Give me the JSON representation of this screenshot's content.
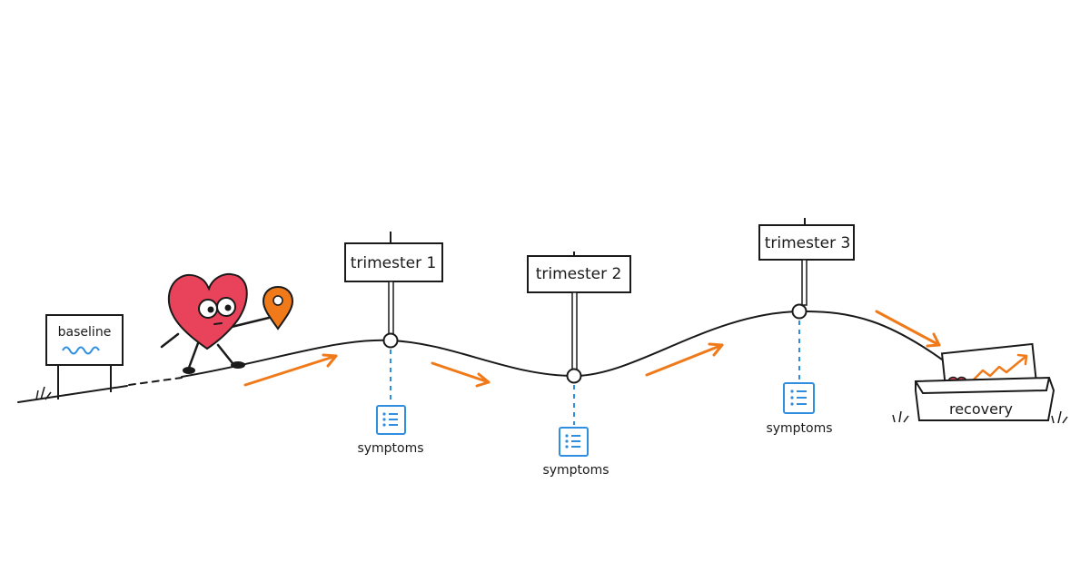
{
  "start": {
    "label": "baseline"
  },
  "milestones": [
    {
      "label": "trimester 1",
      "marker_label": "symptoms"
    },
    {
      "label": "trimester 2",
      "marker_label": "symptoms"
    },
    {
      "label": "trimester 3",
      "marker_label": "symptoms"
    }
  ],
  "end": {
    "label": "recovery"
  },
  "colors": {
    "ink": "#1a1a1a",
    "heart": "#e8435a",
    "accent": "#f07a1a",
    "blue": "#2f8ee0"
  },
  "icons": [
    "heart-character-icon",
    "location-pin-icon",
    "list-icon",
    "trend-up-icon",
    "small-heart-icon"
  ]
}
